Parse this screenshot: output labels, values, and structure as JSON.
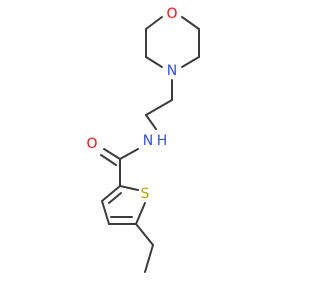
{
  "molecule": {
    "atoms": [
      {
        "id": "oxygen-morpholine",
        "symbol": "O",
        "color": "#ff0d0d"
      },
      {
        "id": "nitrogen-morpholine",
        "symbol": "N",
        "color": "#3050f8"
      },
      {
        "id": "nitrogen-amide",
        "symbol": "N",
        "color": "#3050f8"
      },
      {
        "id": "oxygen-carbonyl",
        "symbol": "O",
        "color": "#ff0d0d"
      },
      {
        "id": "sulfur-thiophene",
        "symbol": "S",
        "color": "#b8a800"
      }
    ],
    "amide_h": "H",
    "bond_color": "#3c3c3c"
  }
}
